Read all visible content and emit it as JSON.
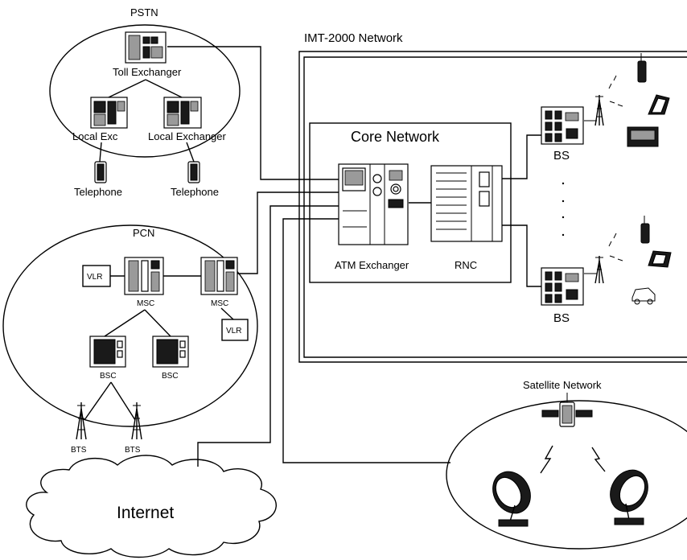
{
  "pstn": {
    "title": "PSTN",
    "toll": "Toll Exchanger",
    "local_left": "Local Exc",
    "local_right": "Local Exchanger",
    "phone_left": "Telephone",
    "phone_right": "Telephone"
  },
  "imt": {
    "title": "IMT-2000 Network",
    "core_title": "Core Network",
    "atm": "ATM Exchanger",
    "rnc": "RNC",
    "bs_top": "BS",
    "bs_bottom": "BS"
  },
  "pcn": {
    "title": "PCN",
    "vlr_left": "VLR",
    "vlr_right": "VLR",
    "msc_left": "MSC",
    "msc_right": "MSC",
    "bsc_left": "BSC",
    "bsc_right": "BSC",
    "bts_left": "BTS",
    "bts_right": "BTS"
  },
  "internet": {
    "label": "Internet"
  },
  "satellite": {
    "title": "Satellite Network"
  }
}
